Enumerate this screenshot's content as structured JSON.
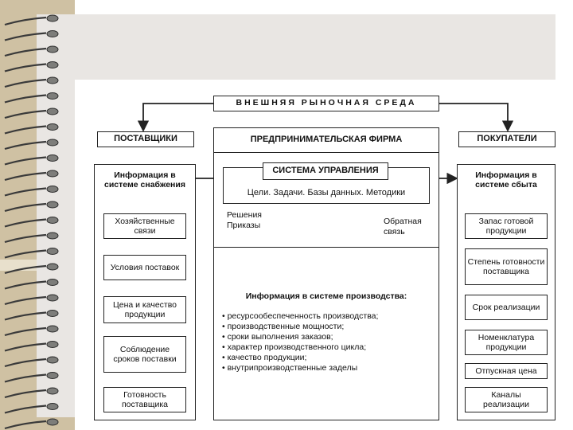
{
  "diagram": {
    "external_env": "ВНЕШНЯЯ РЫНОЧНАЯ СРЕДА",
    "suppliers": {
      "title": "ПОСТАВЩИКИ",
      "info_title": "Информация в системе снабжения",
      "items": [
        "Хозяйственные связи",
        "Условия поставок",
        "Цена и качество продукции",
        "Соблюдение сроков поставки",
        "Готовность поставщика"
      ]
    },
    "firm": {
      "title": "ПРЕДПРИНИМАТЕЛЬСКАЯ ФИРМА",
      "management": "СИСТЕМА УПРАВЛЕНИЯ",
      "management_sub": "Цели. Задачи. Базы данных. Методики",
      "decisions": "Решения Приказы",
      "feedback": "Обратная связь",
      "production_title": "Информация в системе производства:",
      "production_items": [
        "ресурсообеспеченность производства;",
        "производственные мощности;",
        "сроки выполнения заказов;",
        "характер производственного цикла;",
        "качество продукции;",
        "внутрипроизводственные заделы"
      ]
    },
    "customers": {
      "title": "ПОКУПАТЕЛИ",
      "info_title": "Информация в системе сбыта",
      "items": [
        "Запас готовой продукции",
        "Степень готовности поставщика",
        "Срок реализации",
        "Номенклатура продукции",
        "Отпускная цена",
        "Каналы реализации"
      ]
    }
  }
}
